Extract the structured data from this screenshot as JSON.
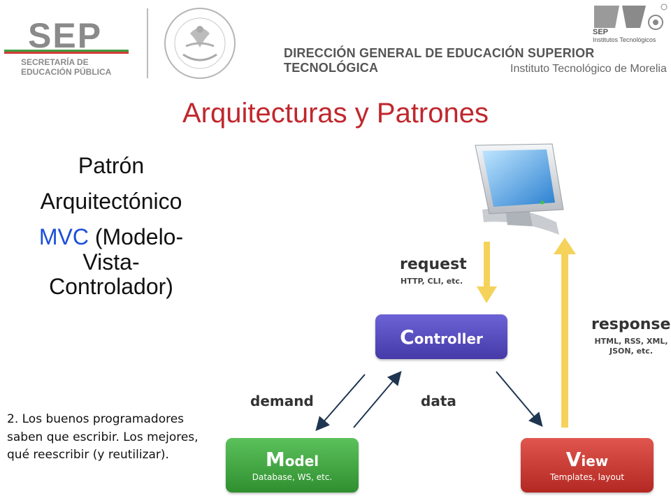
{
  "header": {
    "sep_logo_text": "SEP",
    "sep_subtitle_line1": "SECRETARÍA DE",
    "sep_subtitle_line2": "EDUCACIÓN PÚBLICA",
    "tec_logo_sep": "SEP",
    "tec_logo_institutos": "Institutos Tecnológicos",
    "dgest_title": "DIRECCIÓN GENERAL DE EDUCACIÓN SUPERIOR TECNOLÓGICA",
    "institute": "Instituto Tecnológico de Morelia"
  },
  "slide": {
    "title": "Arquitecturas y Patrones",
    "left_line1": "Patrón",
    "left_line2": "Arquitectónico",
    "mvc_abbr": "MVC",
    "mvc_rest": " (Modelo-",
    "left_line4": "Vista-",
    "left_line5": "Controlador)",
    "quote": "2. Los buenos programadores saben que escribir. Los mejores, qué reescribir (y reutilizar)."
  },
  "diagram": {
    "controller_initial": "C",
    "controller_rest": "ontroller",
    "model_initial": "M",
    "model_rest": "odel",
    "model_sub": "Database, WS, etc.",
    "view_initial": "V",
    "view_rest": "iew",
    "view_sub": "Templates, layout",
    "request_label": "request",
    "request_sub": "HTTP, CLI, etc.",
    "response_label": "response",
    "response_sub_line1": "HTML, RSS, XML,",
    "response_sub_line2": "JSON, etc.",
    "demand_label": "demand",
    "data_label": "data"
  },
  "colors": {
    "title": "#c0272d",
    "mvc_accent": "#1a4fd8",
    "controller": "#5248c0",
    "model": "#3fa83f",
    "view": "#cc3a33",
    "arrow_yellow": "#f5d25a"
  },
  "icons": {
    "monitor": "monitor-icon",
    "seal": "national-seal-icon",
    "tec_logo": "tecnologicos-logo-icon"
  }
}
